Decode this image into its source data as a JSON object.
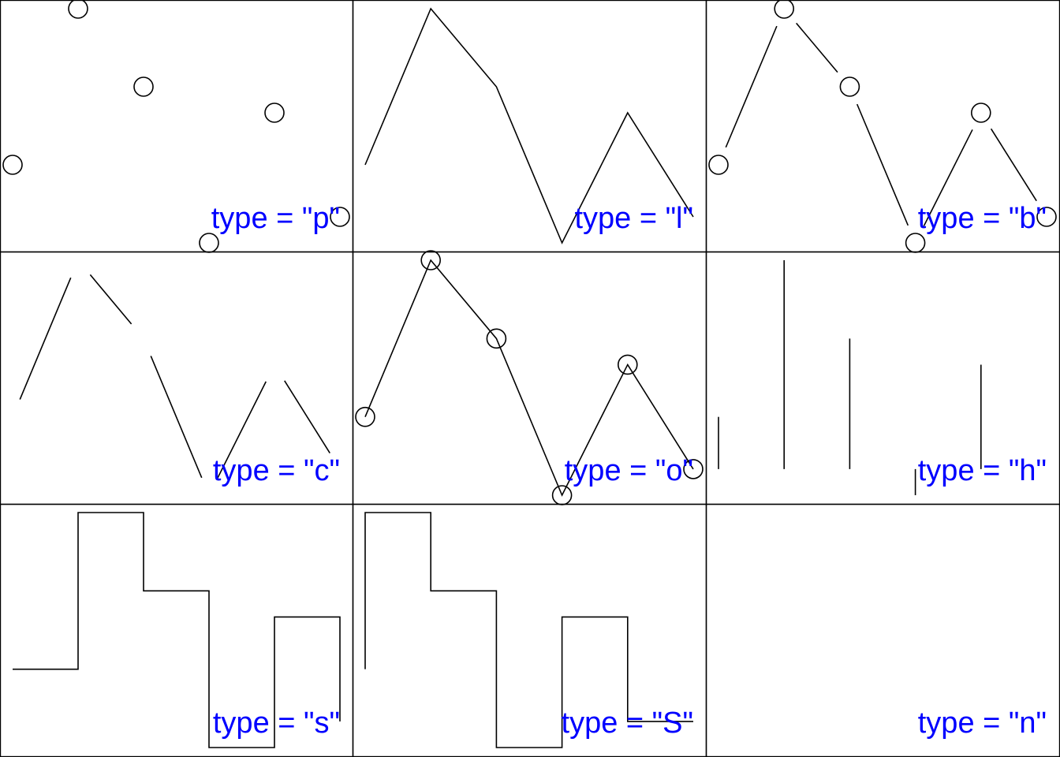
{
  "chart_data": [
    {
      "type": "scatter",
      "plot_type": "p",
      "label": "type = \"p\"",
      "x": [
        1,
        2,
        3,
        4,
        5,
        6
      ],
      "y": [
        2,
        8,
        5,
        -1,
        4,
        0
      ],
      "ylim": [
        -1,
        8
      ],
      "axes_shown": false
    },
    {
      "type": "line",
      "plot_type": "l",
      "label": "type = \"l\"",
      "x": [
        1,
        2,
        3,
        4,
        5,
        6
      ],
      "y": [
        2,
        8,
        5,
        -1,
        4,
        0
      ],
      "ylim": [
        -1,
        8
      ],
      "axes_shown": false
    },
    {
      "type": "line",
      "plot_type": "b",
      "label": "type = \"b\"",
      "x": [
        1,
        2,
        3,
        4,
        5,
        6
      ],
      "y": [
        2,
        8,
        5,
        -1,
        4,
        0
      ],
      "ylim": [
        -1,
        8
      ],
      "axes_shown": false
    },
    {
      "type": "line",
      "plot_type": "c",
      "label": "type = \"c\"",
      "x": [
        1,
        2,
        3,
        4,
        5,
        6
      ],
      "y": [
        2,
        8,
        5,
        -1,
        4,
        0
      ],
      "ylim": [
        -1,
        8
      ],
      "axes_shown": false
    },
    {
      "type": "line",
      "plot_type": "o",
      "label": "type = \"o\"",
      "x": [
        1,
        2,
        3,
        4,
        5,
        6
      ],
      "y": [
        2,
        8,
        5,
        -1,
        4,
        0
      ],
      "ylim": [
        -1,
        8
      ],
      "axes_shown": false
    },
    {
      "type": "bar",
      "plot_type": "h",
      "label": "type = \"h\"",
      "x": [
        1,
        2,
        3,
        4,
        5,
        6
      ],
      "y": [
        2,
        8,
        5,
        -1,
        4,
        0
      ],
      "ylim": [
        -1,
        8
      ],
      "axes_shown": false
    },
    {
      "type": "line",
      "plot_type": "s",
      "label": "type = \"s\"",
      "x": [
        1,
        2,
        3,
        4,
        5,
        6
      ],
      "y": [
        2,
        8,
        5,
        -1,
        4,
        0
      ],
      "ylim": [
        -1,
        8
      ],
      "axes_shown": false
    },
    {
      "type": "line",
      "plot_type": "S",
      "label": "type = \"S\"",
      "x": [
        1,
        2,
        3,
        4,
        5,
        6
      ],
      "y": [
        2,
        8,
        5,
        -1,
        4,
        0
      ],
      "ylim": [
        -1,
        8
      ],
      "axes_shown": false
    },
    {
      "type": "line",
      "plot_type": "n",
      "label": "type = \"n\"",
      "x": [
        1,
        2,
        3,
        4,
        5,
        6
      ],
      "y": [
        2,
        8,
        5,
        -1,
        4,
        0
      ],
      "ylim": [
        -1,
        8
      ],
      "axes_shown": false
    }
  ],
  "colors": {
    "label": "#0000ff",
    "line": "#000000",
    "frame": "#000000",
    "background": "#ffffff"
  }
}
